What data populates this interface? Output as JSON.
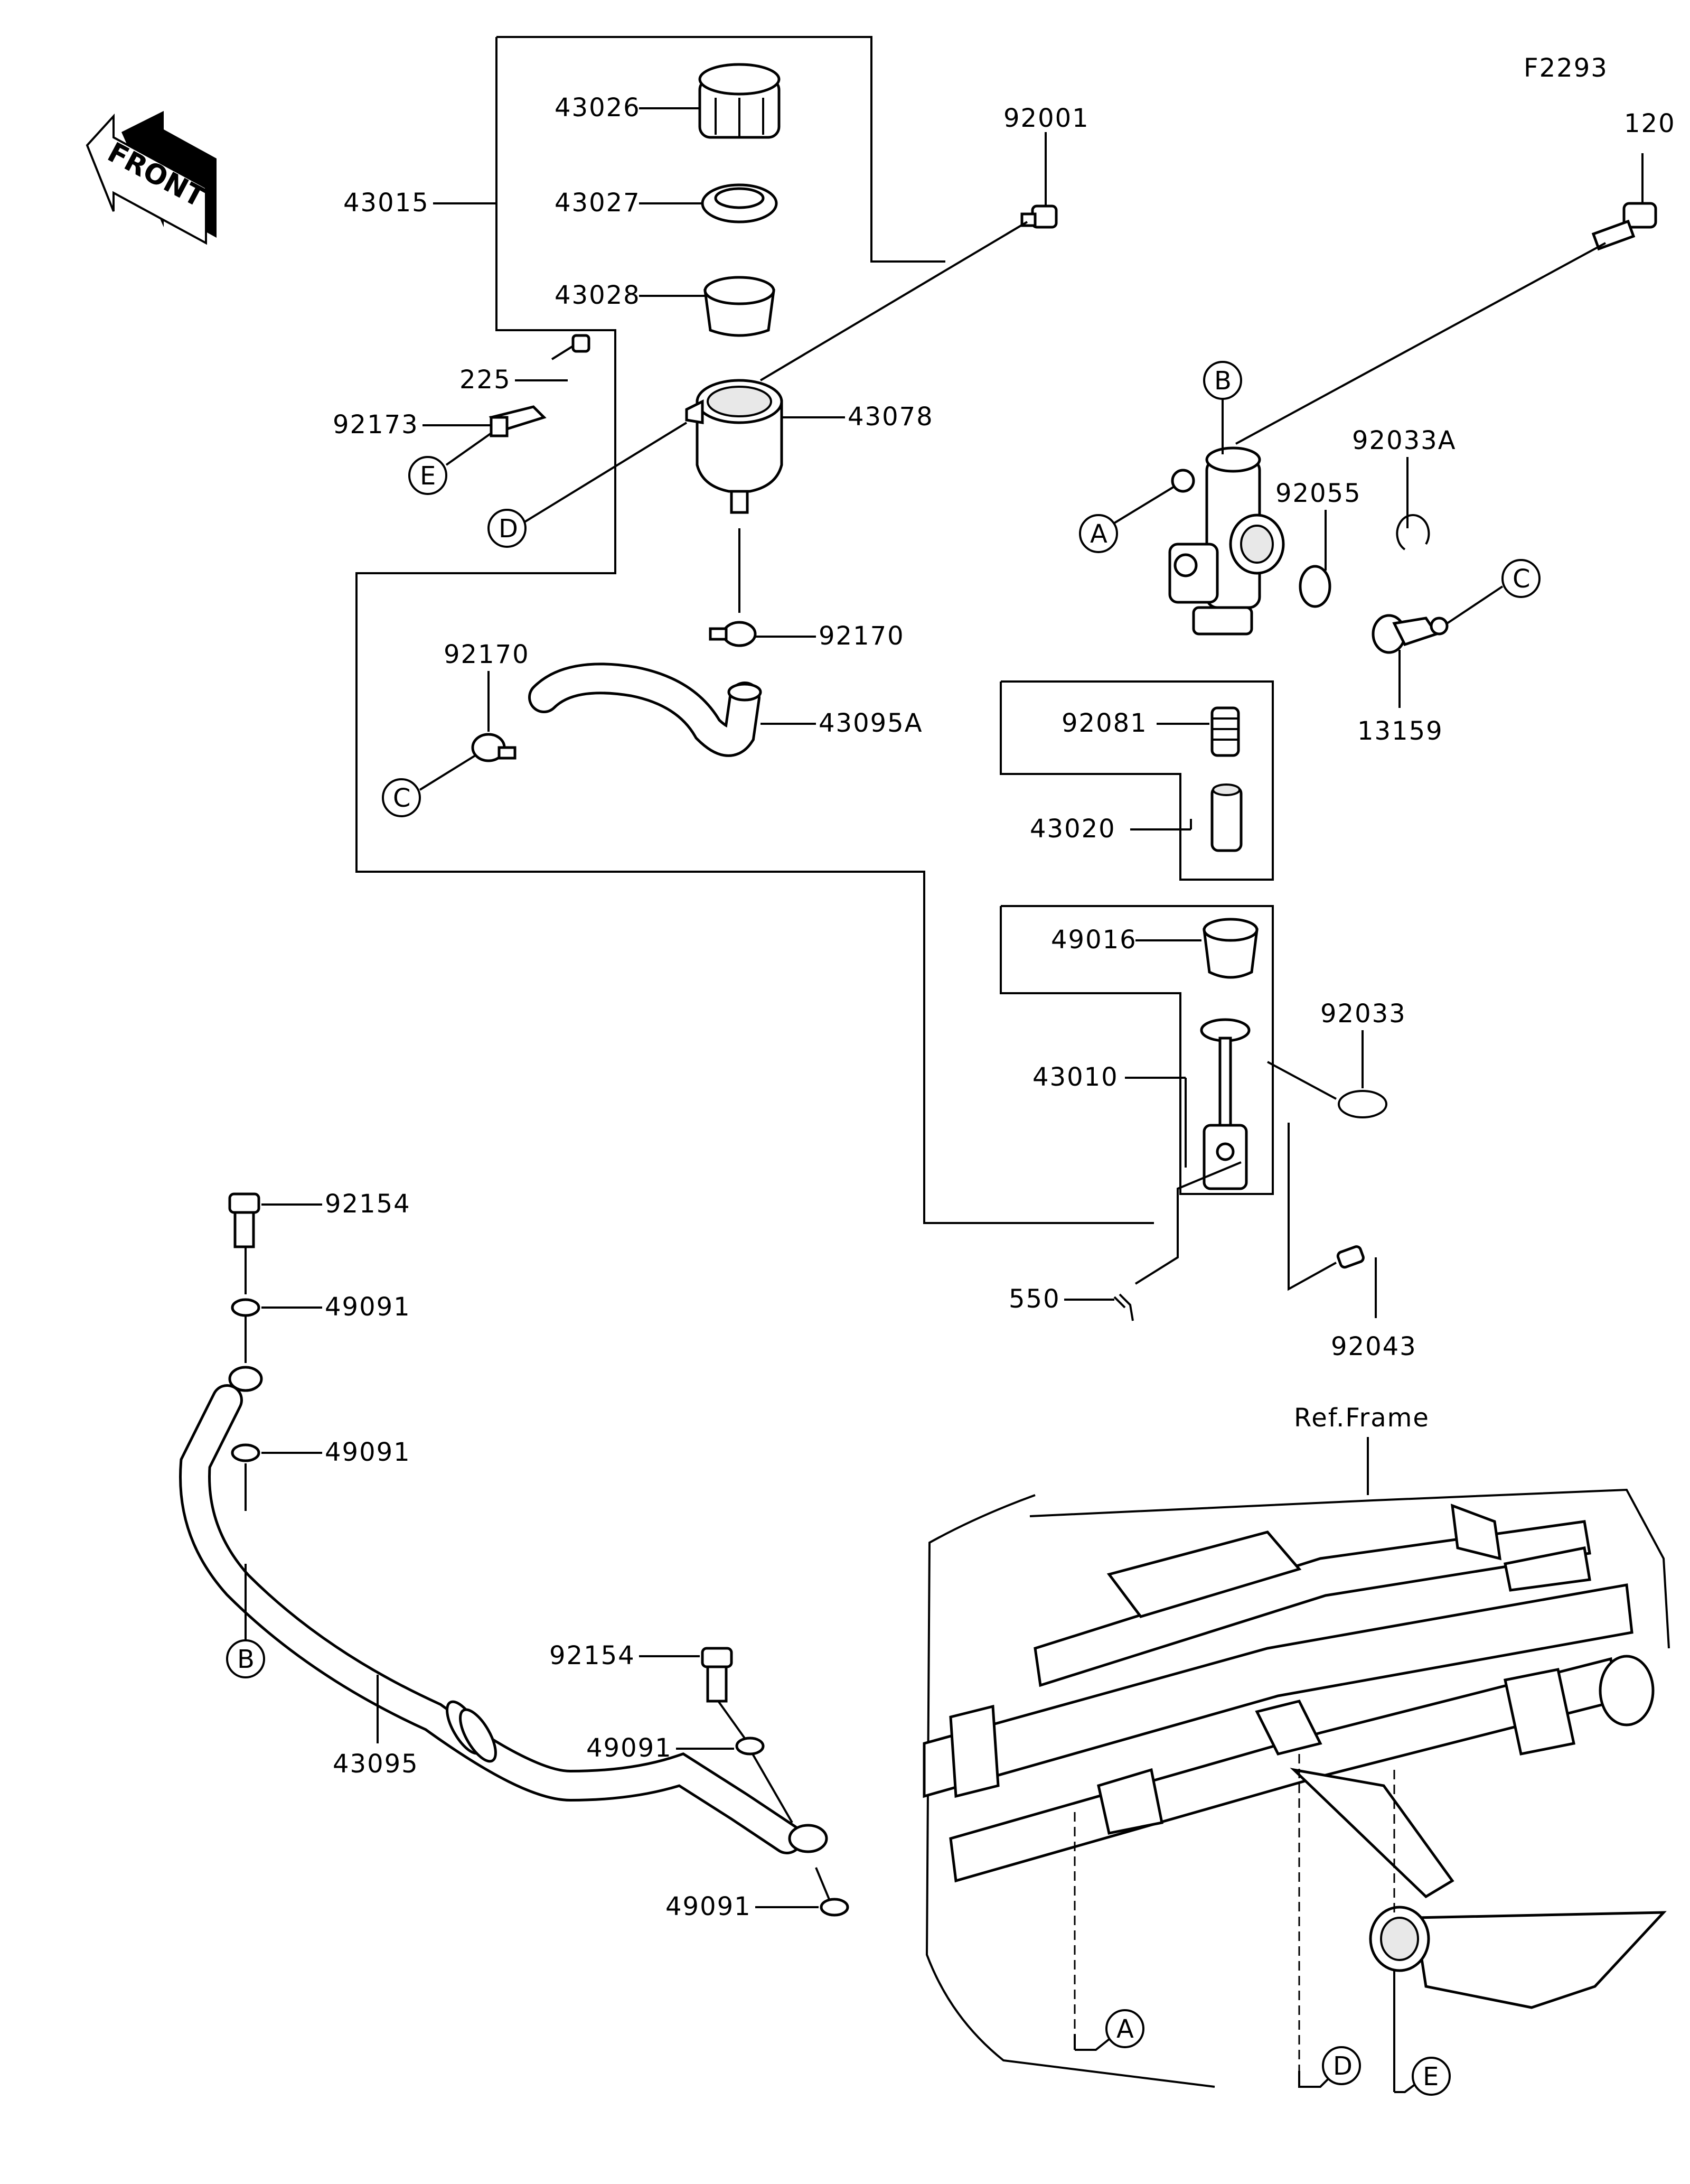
{
  "diagram": {
    "figure_id": "F2293",
    "front_indicator": "FRONT",
    "reference_label": "Ref.Frame",
    "part_labels": [
      {
        "id": "43026",
        "text": "43026"
      },
      {
        "id": "43027",
        "text": "43027"
      },
      {
        "id": "43028",
        "text": "43028"
      },
      {
        "id": "43015",
        "text": "43015"
      },
      {
        "id": "92001",
        "text": "92001"
      },
      {
        "id": "120",
        "text": "120"
      },
      {
        "id": "225",
        "text": "225"
      },
      {
        "id": "92173",
        "text": "92173"
      },
      {
        "id": "43078",
        "text": "43078"
      },
      {
        "id": "92170a",
        "text": "92170"
      },
      {
        "id": "92170b",
        "text": "92170"
      },
      {
        "id": "43095A",
        "text": "43095A"
      },
      {
        "id": "92033A",
        "text": "92033A"
      },
      {
        "id": "92055",
        "text": "92055"
      },
      {
        "id": "13159",
        "text": "13159"
      },
      {
        "id": "92081",
        "text": "92081"
      },
      {
        "id": "43020",
        "text": "43020"
      },
      {
        "id": "49016",
        "text": "49016"
      },
      {
        "id": "92033",
        "text": "92033"
      },
      {
        "id": "43010",
        "text": "43010"
      },
      {
        "id": "550",
        "text": "550"
      },
      {
        "id": "92043",
        "text": "92043"
      },
      {
        "id": "92154a",
        "text": "92154"
      },
      {
        "id": "49091a",
        "text": "49091"
      },
      {
        "id": "49091b",
        "text": "49091"
      },
      {
        "id": "43095",
        "text": "43095"
      },
      {
        "id": "92154b",
        "text": "92154"
      },
      {
        "id": "49091c",
        "text": "49091"
      },
      {
        "id": "49091d",
        "text": "49091"
      }
    ],
    "callouts": {
      "A": "A",
      "B": "B",
      "C": "C",
      "D": "D",
      "E": "E"
    }
  }
}
